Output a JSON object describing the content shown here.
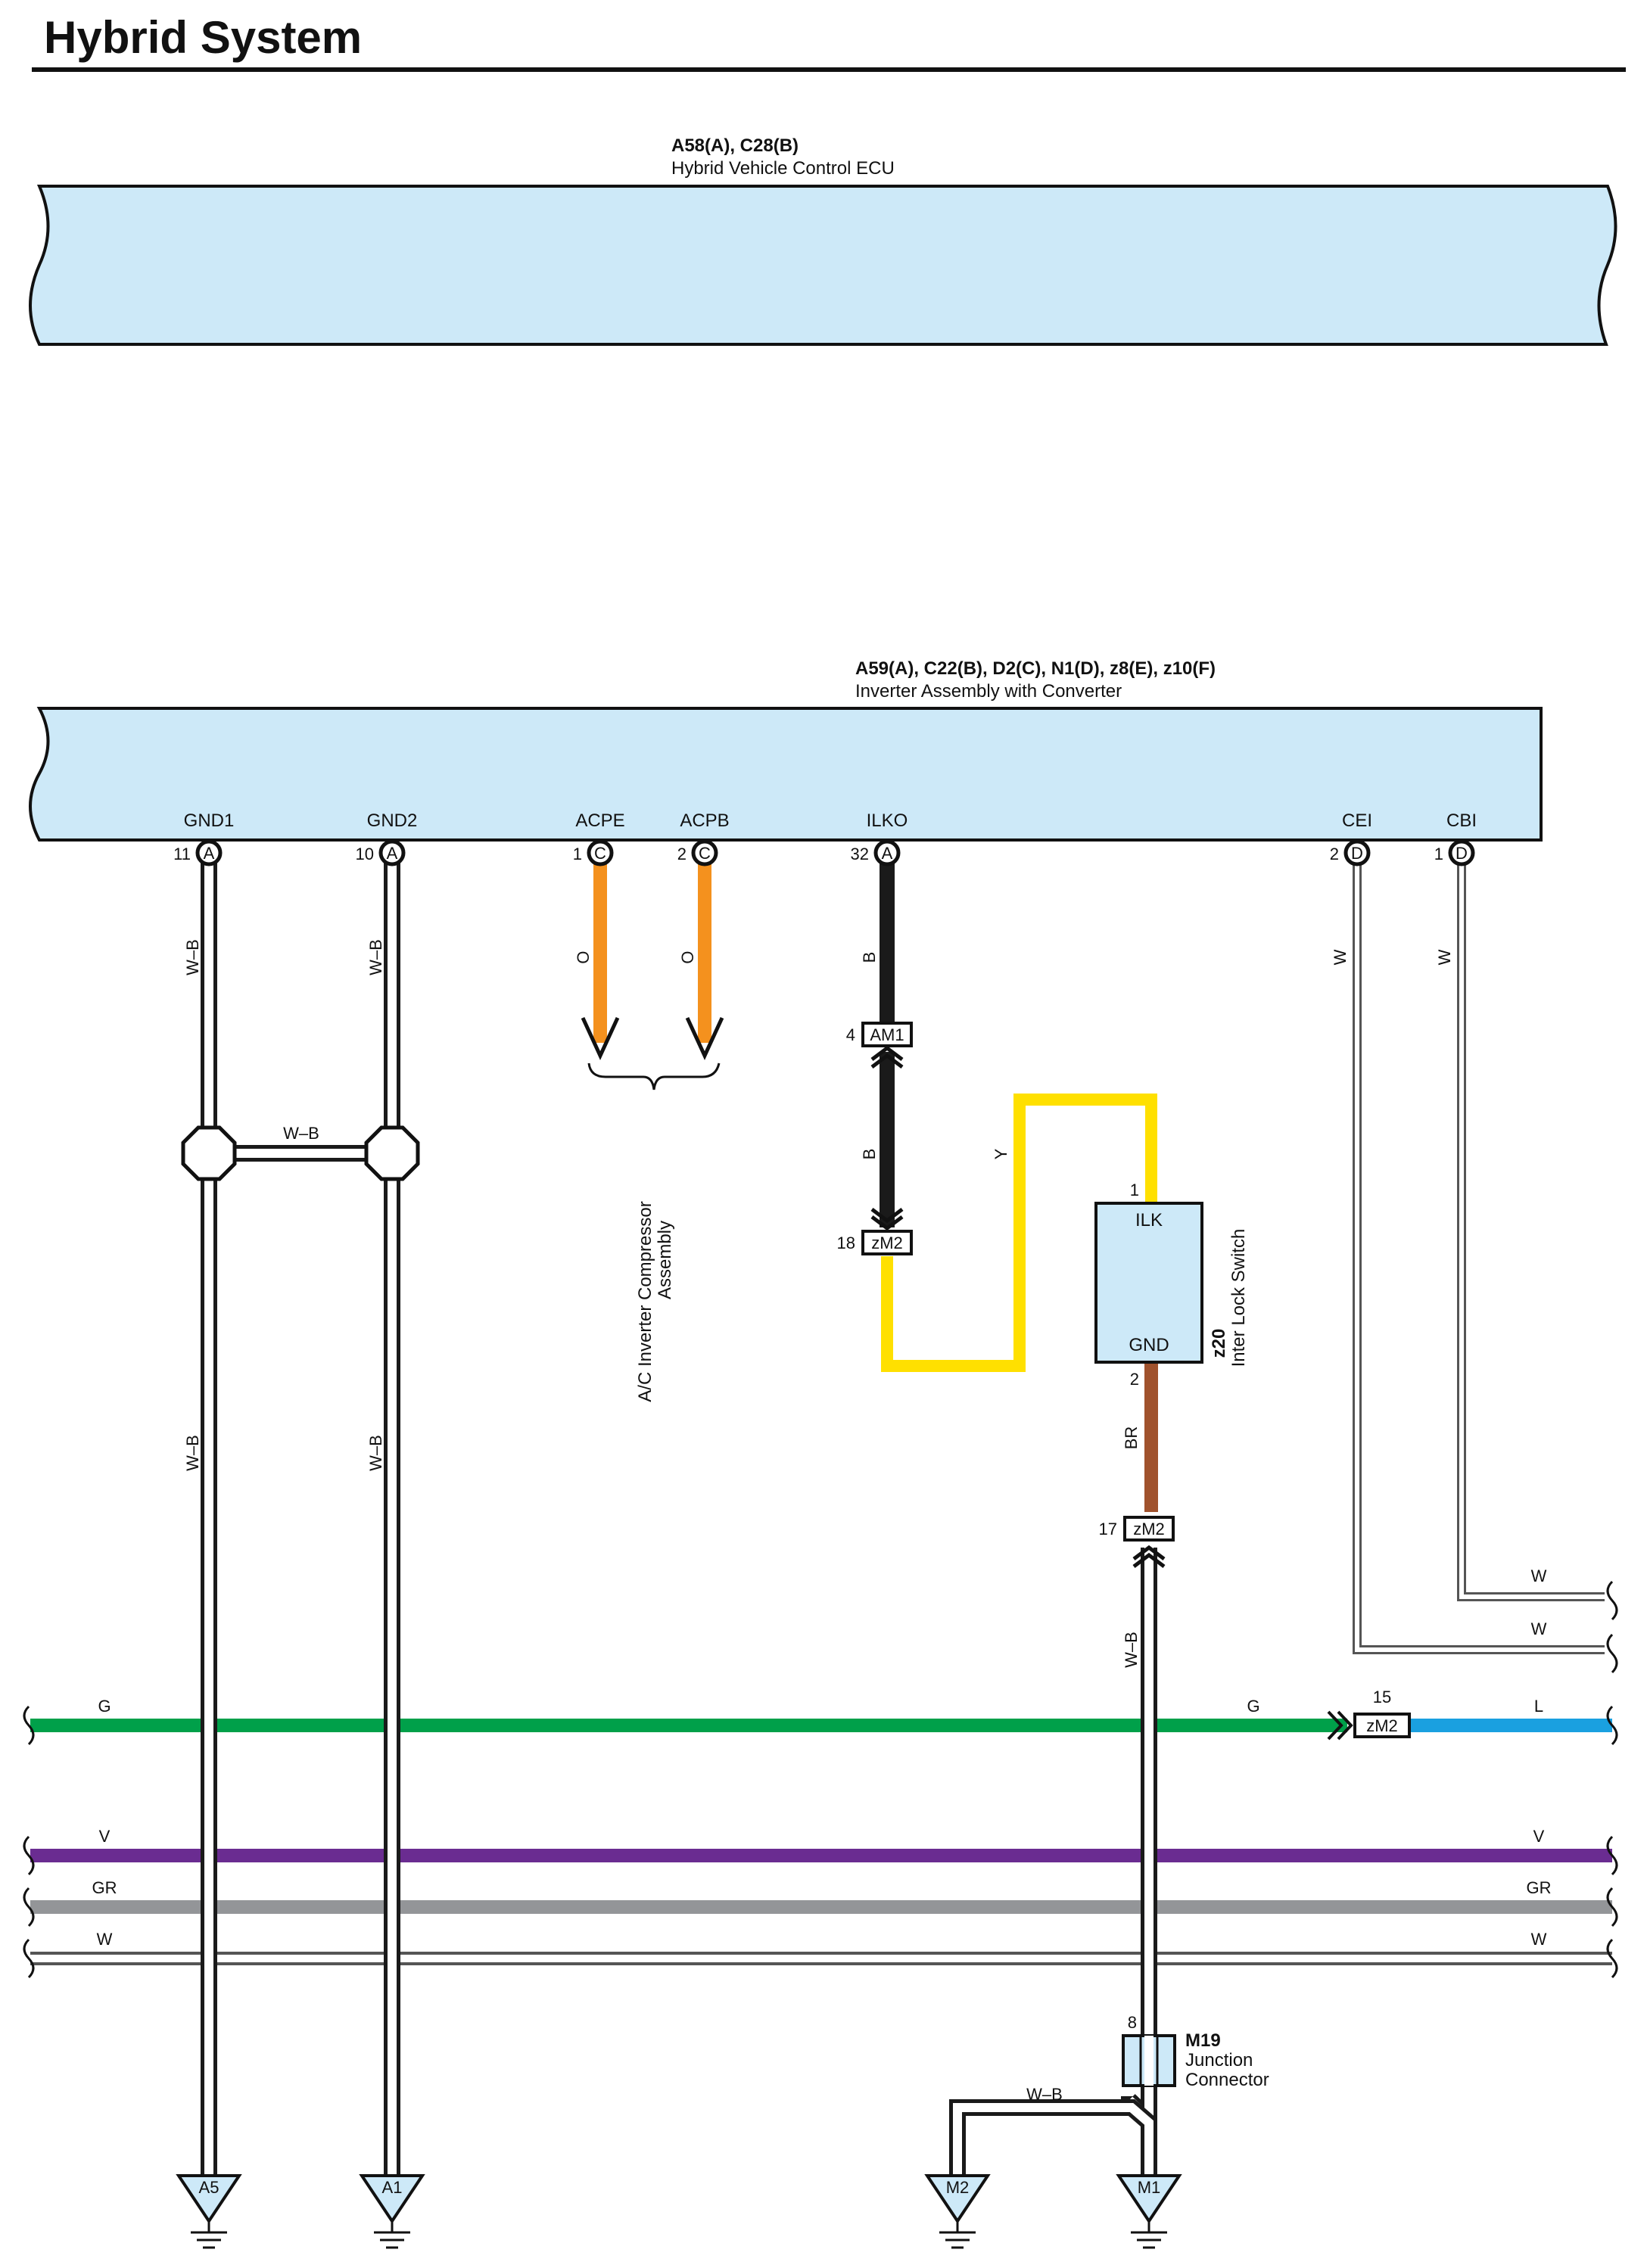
{
  "page": {
    "title": "Hybrid System"
  },
  "ecu": {
    "code": "A58(A), C28(B)",
    "name": "Hybrid Vehicle Control ECU"
  },
  "inverter": {
    "code": "A59(A), C22(B), D2(C), N1(D), z8(E), z10(F)",
    "name": "Inverter Assembly with Converter",
    "pins": [
      {
        "name": "GND1",
        "num": "11",
        "conn": "A",
        "wire": "W–B"
      },
      {
        "name": "GND2",
        "num": "10",
        "conn": "A",
        "wire": "W–B"
      },
      {
        "name": "ACPE",
        "num": "1",
        "conn": "C",
        "wire": "O"
      },
      {
        "name": "ACPB",
        "num": "2",
        "conn": "C",
        "wire": "O"
      },
      {
        "name": "ILKO",
        "num": "32",
        "conn": "A",
        "wire": "B"
      },
      {
        "name": "CEI",
        "num": "2",
        "conn": "D",
        "wire": "W"
      },
      {
        "name": "CBI",
        "num": "1",
        "conn": "D",
        "wire": "W"
      }
    ]
  },
  "ac_compressor": {
    "name_line1": "A/C Inverter Compressor",
    "name_line2": "Assembly"
  },
  "splice": {
    "wire": "W–B"
  },
  "gnd_wires": {
    "lower1": "W–B",
    "lower2": "W–B"
  },
  "ilko_path": {
    "am1": {
      "num": "4",
      "label": "AM1"
    },
    "wire_lower": "B",
    "zm2_a": {
      "num": "18",
      "label": "zM2"
    },
    "yellow": "Y"
  },
  "interlock_switch": {
    "code": "z20",
    "name": "Inter Lock Switch",
    "pin_top": {
      "num": "1",
      "name": "ILK"
    },
    "pin_bottom": {
      "num": "2",
      "name": "GND"
    },
    "wire": "BR"
  },
  "zm2_b": {
    "num": "17",
    "label": "zM2",
    "wire": "W–B"
  },
  "right_wires": {
    "w1": "W",
    "w2": "W"
  },
  "bus": {
    "g_left": "G",
    "g_right": "G",
    "zm2_c": {
      "num": "15",
      "label": "zM2"
    },
    "l": "L",
    "v_left": "V",
    "v_right": "V",
    "gr_left": "GR",
    "gr_right": "GR",
    "w_left": "W",
    "w_right": "W"
  },
  "junction": {
    "num": "8",
    "code": "M19",
    "name_line1": "Junction",
    "name_line2": "Connector",
    "wire": "W–B"
  },
  "grounds": [
    "A5",
    "A1",
    "M2",
    "M1"
  ],
  "colors": {
    "module_fill": "#cde9f8",
    "orange": "#f4911e",
    "yellow": "#ffe000",
    "brown": "#a0522d",
    "green": "#00a04a",
    "blue": "#1aa0e0",
    "violet": "#6a2c91",
    "gray": "#939598",
    "black": "#1a1a1a"
  }
}
